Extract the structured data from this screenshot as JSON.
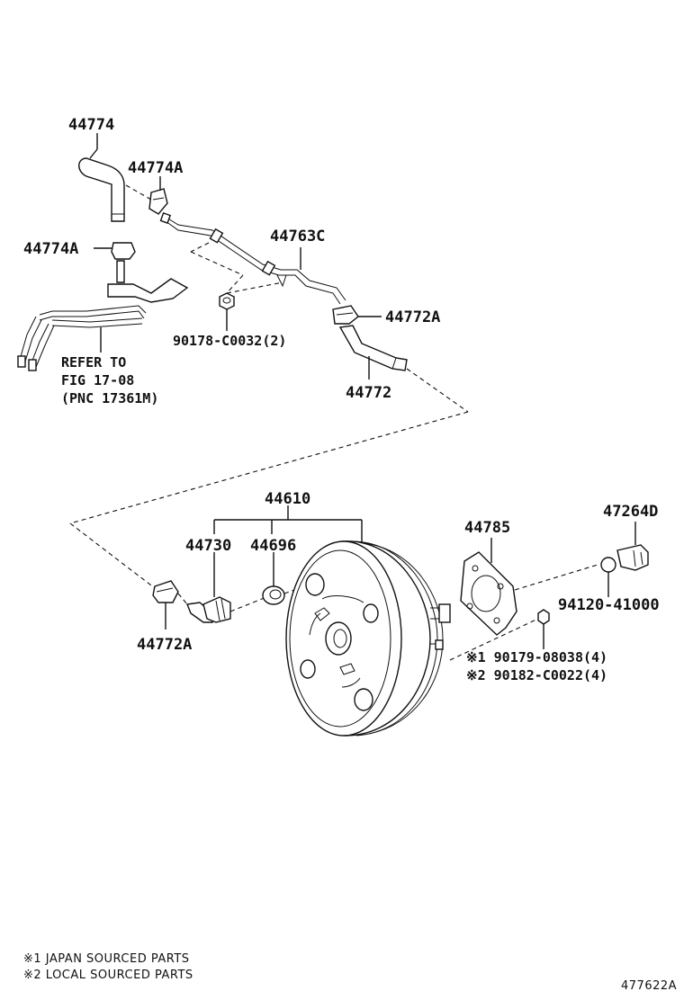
{
  "diagram": {
    "labels": {
      "p44774": "44774",
      "p44774A_top": "44774A",
      "p44774A_left": "44774A",
      "p44763C": "44763C",
      "p44772A_top": "44772A",
      "p90178": "90178-C0032(2)",
      "p44772": "44772",
      "refer_line1": "REFER TO",
      "refer_line2": "FIG 17-08",
      "refer_line3": "(PNC 17361M)",
      "p44610": "44610",
      "p44785": "44785",
      "p47264D": "47264D",
      "p44730": "44730",
      "p44696": "44696",
      "p94120": "94120-41000",
      "p44772A_bottom": "44772A",
      "p90179": "※1  90179-08038(4)",
      "p90182": "※2  90182-C0022(4)"
    },
    "notes": {
      "note1": "※1 JAPAN SOURCED PARTS",
      "note2": "※2 LOCAL SOURCED PARTS"
    },
    "figure_id": "477622A"
  }
}
